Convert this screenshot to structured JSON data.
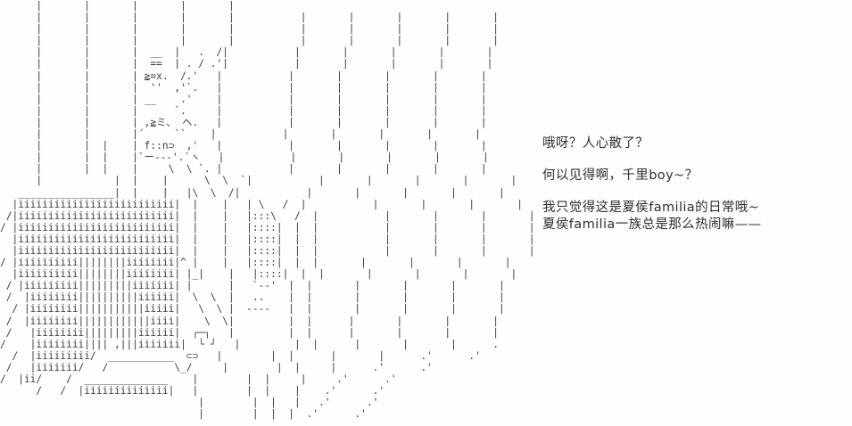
{
  "meta": {
    "background_color": "#ffffff",
    "art_color": "#3c3c3c",
    "text_color": "#2f2f2f"
  },
  "ascii_art": {
    "name": "aa-scene-art",
    "content": "      |       |       |       |       |\n      |       |       |       |       |           |       |       |       |       |\n      |       |       |       |       |           |       |       |       |       |\n      |       |       |       |       |           |       |       |       |       |\n      |       |       |  __  |   .  /|           |       |       |       |       |\n      |       |       |  ==  | . / .'|           |       |       |       |       |\n      |       |       | ≧=x.  /.'   |           |       |       |       |       |\n      |       |       |  ''  ,'`.   |           |       |       |       |       |\n      |       |       | __    .'    |           |       |       |       |       |\n      |       |       |      `.     |           |       |       |       |       |\n      |       |       | ,≧ミ、 ヘ.   |           |       |       |       |       |\n      |       |       |´     ``    |           |       |       |       |       |\n      |       |  |    | f::n⊃  ,'   |           |       |       |       |       |\n      |       |  |    |`ー---'.`ヽ   |           |       |       |       |       |\n      |       |  |    |     \\  \\ `. |           |       |       |       |       |\n      |            |  |    |      \\  \\  `|           |       |       |       |       |\n   ________________|  |    |   |\\  \\  /|           |       |       |       |       |\n  |iiiiiiiiiiiiiiiiiiiiiiiiii|  |    |   | \\   /  |           |       |       |       |\n /|iiiiiiiiiiiiiiiiiiiiiiiiii|  |    |   |:::\\   /  |           |       |       |       |\n/ |iiiiiiiiiiiiiiiiiiiiiiiiii|  |    |   |::::|  |  |           |       |       |       |\n  |iiiiiiiiiiiiiiiiiiiiiiiiii|  |    |   |::::|  |  |           |       |       |       |\n  |iiiiiiiiiiiiiiiiiiiiiiiiii|  |    |   |::::|  |  |           |       |       |       |\n/ |iiiiiiiiii||||||||iiiiiiii|^ |    |   |::::|  |  |       |       |       |       |\n  |iiiiiiiiii||||||||iiiiiiii| |_|    |   |::::|  |  |       |       |       |       |\n / |iiiiiiiii|||||||||iiiiiii| |      |   `--'  |  |       |       |       |       |\n /  |iiiiiiii||||||||||iiiiii|  \\  \\  |   ..    |  |       |       |       |       |\n  / |iiiiiiii|||||||||||iiiii|   \\  \\ |  ----   |  |       |       |       |       |\n /  |iiiiiiii||||||||||||iiii|    \\  \\|         |  |      |       |       |       |\n /   |iiiiiiii|||||||||iiiiii|  ┌─┐   |         |  |      |       |       |       |\n/    |iiiiiiii|||| ,|||iiiiiii|  └ ┘   |         |  |      |       |       |      .\n  /  |iiiiiiiii/  ___________  ⊂⊃   |        |  |      |       |      .'      .'\n /   |iiiiiii/   /           \\_/     |        |  |     |      .'      .'\n/  |ii/    /  ______________    |        |  |     |     .'      .'\n      /   /  |iiiiiiiiiiiiii|   |        |  |    |    .'      .'\n                                 |        |  |   |   .'      .'\n                                 |        |  |  |  .'      .'\n"
  },
  "dialogue": {
    "name": "dialogue-block",
    "paragraphs": [
      {
        "id": "p1",
        "lines": [
          "哦呀？人心散了？"
        ]
      },
      {
        "id": "p2",
        "lines": [
          "何以见得啊，千里boy~？"
        ]
      },
      {
        "id": "p3",
        "lines": [
          "我只觉得这是夏侯familia的日常哦~",
          "夏侯familia一族总是那么热闹嘛——"
        ]
      }
    ]
  }
}
